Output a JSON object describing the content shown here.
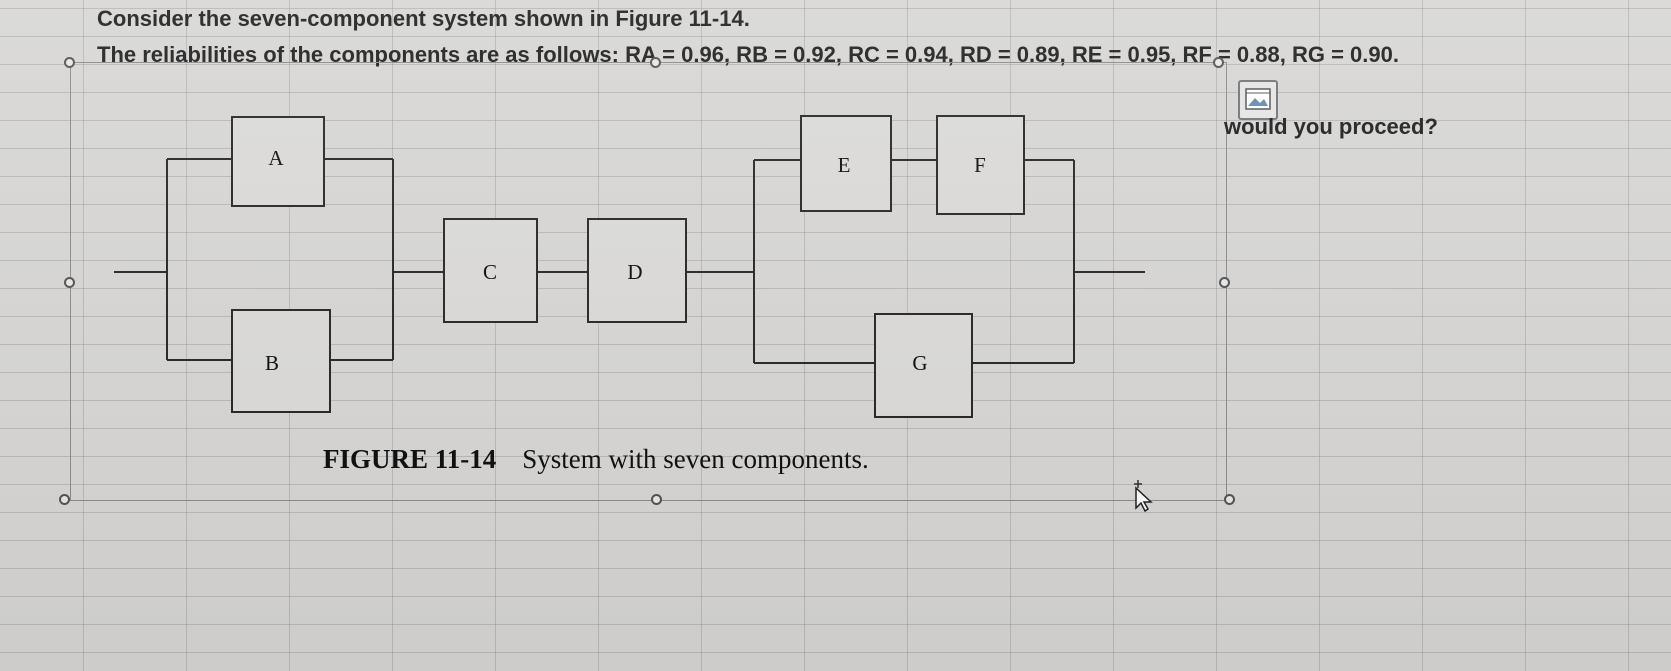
{
  "question": {
    "line1": "Consider the seven-component system shown in Figure 11-14.",
    "line2": "The reliabilities of the components are as follows: RA = 0.96, RB = 0.92, RC = 0.94, RD = 0.89, RE = 0.95, RF = 0.88, RG = 0.90.",
    "line3_partial": "would you proceed?"
  },
  "figure": {
    "caption_label": "FIGURE 11-14",
    "caption_text": "System with seven components.",
    "components": [
      "A",
      "B",
      "C",
      "D",
      "E",
      "F",
      "G"
    ]
  },
  "icons": {
    "picture_placeholder": "image-icon",
    "cursor": "move-cursor-icon"
  }
}
